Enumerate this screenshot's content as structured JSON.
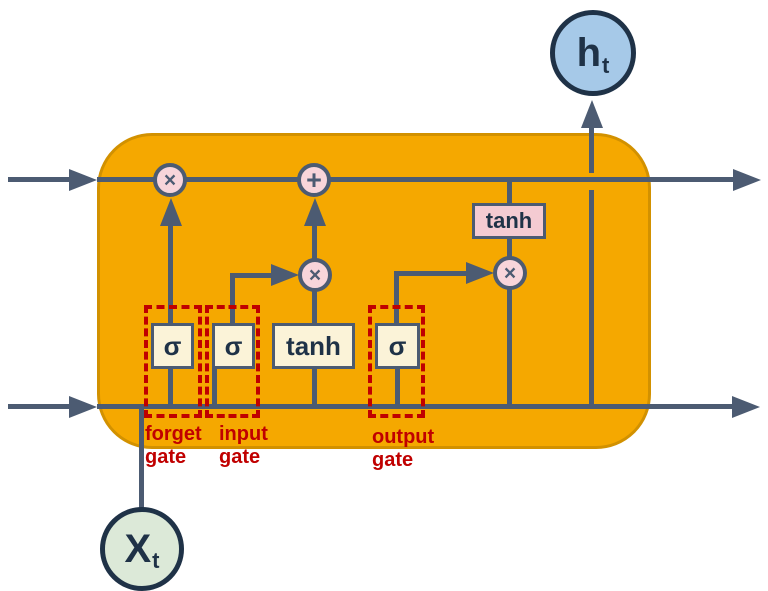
{
  "colors": {
    "cell-fill": "#F5A800",
    "cell-border": "#D29100",
    "line": "#4C5B72",
    "op-fill": "#F8D5DA",
    "block-fill": "#FBF3D8",
    "pink-block-fill": "#F4CBD2",
    "navy": "#1F3247",
    "red": "#C00000",
    "h-fill": "#A6C9E8",
    "x-fill": "#DCE9D8",
    "bg": "#FFFFFF"
  },
  "operators": {
    "forget_multiply": "×",
    "state_add": "+",
    "input_multiply": "×",
    "output_multiply": "×"
  },
  "blocks": {
    "forget_sigma": "σ",
    "input_sigma": "σ",
    "candidate_tanh": "tanh",
    "output_sigma": "σ",
    "state_tanh": "tanh"
  },
  "io": {
    "input": {
      "base": "X",
      "sub": "t"
    },
    "output": {
      "base": "h",
      "sub": "t"
    }
  },
  "gates": [
    {
      "line1": "forget",
      "line2": "gate"
    },
    {
      "line1": "input",
      "line2": "gate"
    },
    {
      "line1": "output",
      "line2": "gate"
    }
  ]
}
